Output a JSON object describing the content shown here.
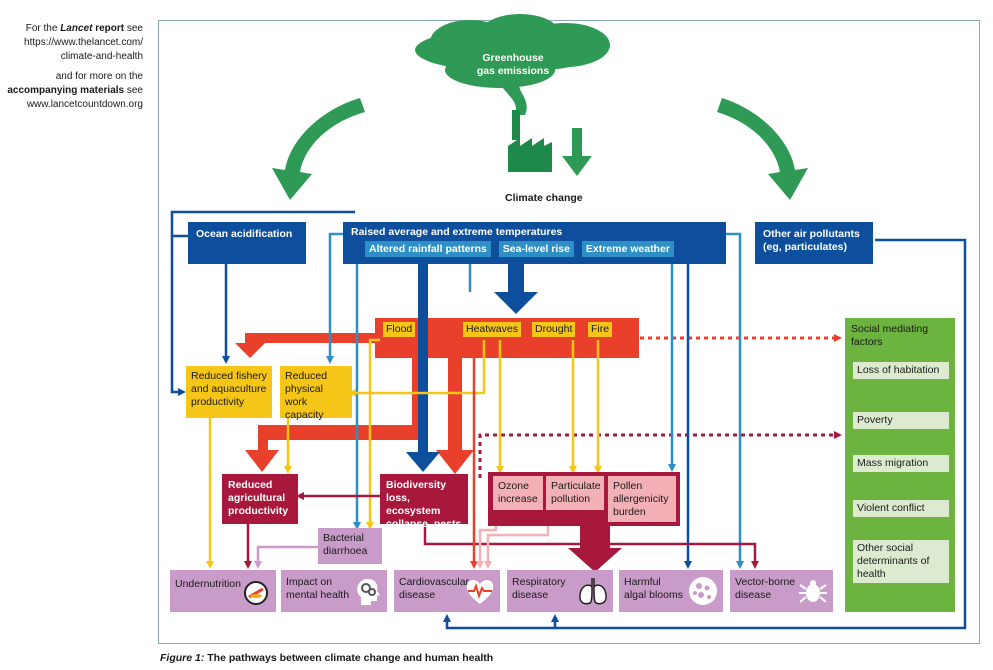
{
  "sidebar": {
    "line1_pre": "For the ",
    "line1_em": "Lancet",
    "line1_bold": " report",
    "line1_post": " see",
    "line2": "https://www.thelancet.com/",
    "line3": "climate-and-health",
    "line4": "and for more on the",
    "line5_bold": "accompanying materials",
    "line5_post": " see",
    "line6": "www.lancetcountdown.org"
  },
  "diagram": {
    "emissions": [
      "Greenhouse",
      "gas emissions"
    ],
    "climate_change": "Climate change",
    "ocean_acidification": "Ocean acidification",
    "temperatures": "Raised average and extreme temperatures",
    "rainfall": "Altered rainfall patterns",
    "sea_level": "Sea-level rise",
    "extreme_weather": "Extreme weather",
    "other_pollutants": [
      "Other air pollutants",
      "(eg, particulates)"
    ],
    "hazards": {
      "flood": "Flood",
      "heatwaves": "Heatwaves",
      "drought": "Drought",
      "fire": "Fire"
    },
    "fishery": [
      "Reduced fishery",
      "and aquaculture",
      "productivity"
    ],
    "work_capacity": [
      "Reduced",
      "physical work",
      "capacity"
    ],
    "agri": [
      "Reduced",
      "agricultural",
      "productivity"
    ],
    "biodiversity": [
      "Biodiversity",
      "loss, ecosystem",
      "collapse, pests"
    ],
    "ozone": [
      "Ozone",
      "increase"
    ],
    "particulate": [
      "Particulate",
      "pollution"
    ],
    "pollen": [
      "Pollen",
      "allergenicity",
      "burden"
    ],
    "bacterial": [
      "Bacterial",
      "diarrhoea"
    ],
    "social": {
      "title": [
        "Social mediating",
        "factors"
      ],
      "items": [
        "Loss of habitation",
        "Poverty",
        "Mass migration",
        "Violent conflict",
        [
          "Other social",
          "determinants of",
          "health"
        ]
      ]
    },
    "outcomes": [
      {
        "label": [
          "Undernutrition"
        ],
        "icon": "no-food-icon"
      },
      {
        "label": [
          "Impact on",
          "mental health"
        ],
        "icon": "head-gears-icon"
      },
      {
        "label": [
          "Cardiovascular",
          "disease"
        ],
        "icon": "heart-pulse-icon"
      },
      {
        "label": [
          "Respiratory",
          "disease"
        ],
        "icon": "lungs-icon"
      },
      {
        "label": [
          "Harmful",
          "algal blooms"
        ],
        "icon": "algae-cells-icon"
      },
      {
        "label": [
          "Vector-borne",
          "disease"
        ],
        "icon": "tick-icon"
      }
    ]
  },
  "caption": {
    "label": "Figure 1:",
    "text": " The pathways between climate change and human health"
  },
  "colors": {
    "dark_blue": "#0d4f9c",
    "light_blue": "#2d8fc6",
    "red": "#e8402a",
    "yellow": "#f5c518",
    "crimson": "#a8183c",
    "pink": "#f3b0b6",
    "mauve": "#c89bc8",
    "green": "#6db33f",
    "emission_green": "#1e8a4a"
  }
}
